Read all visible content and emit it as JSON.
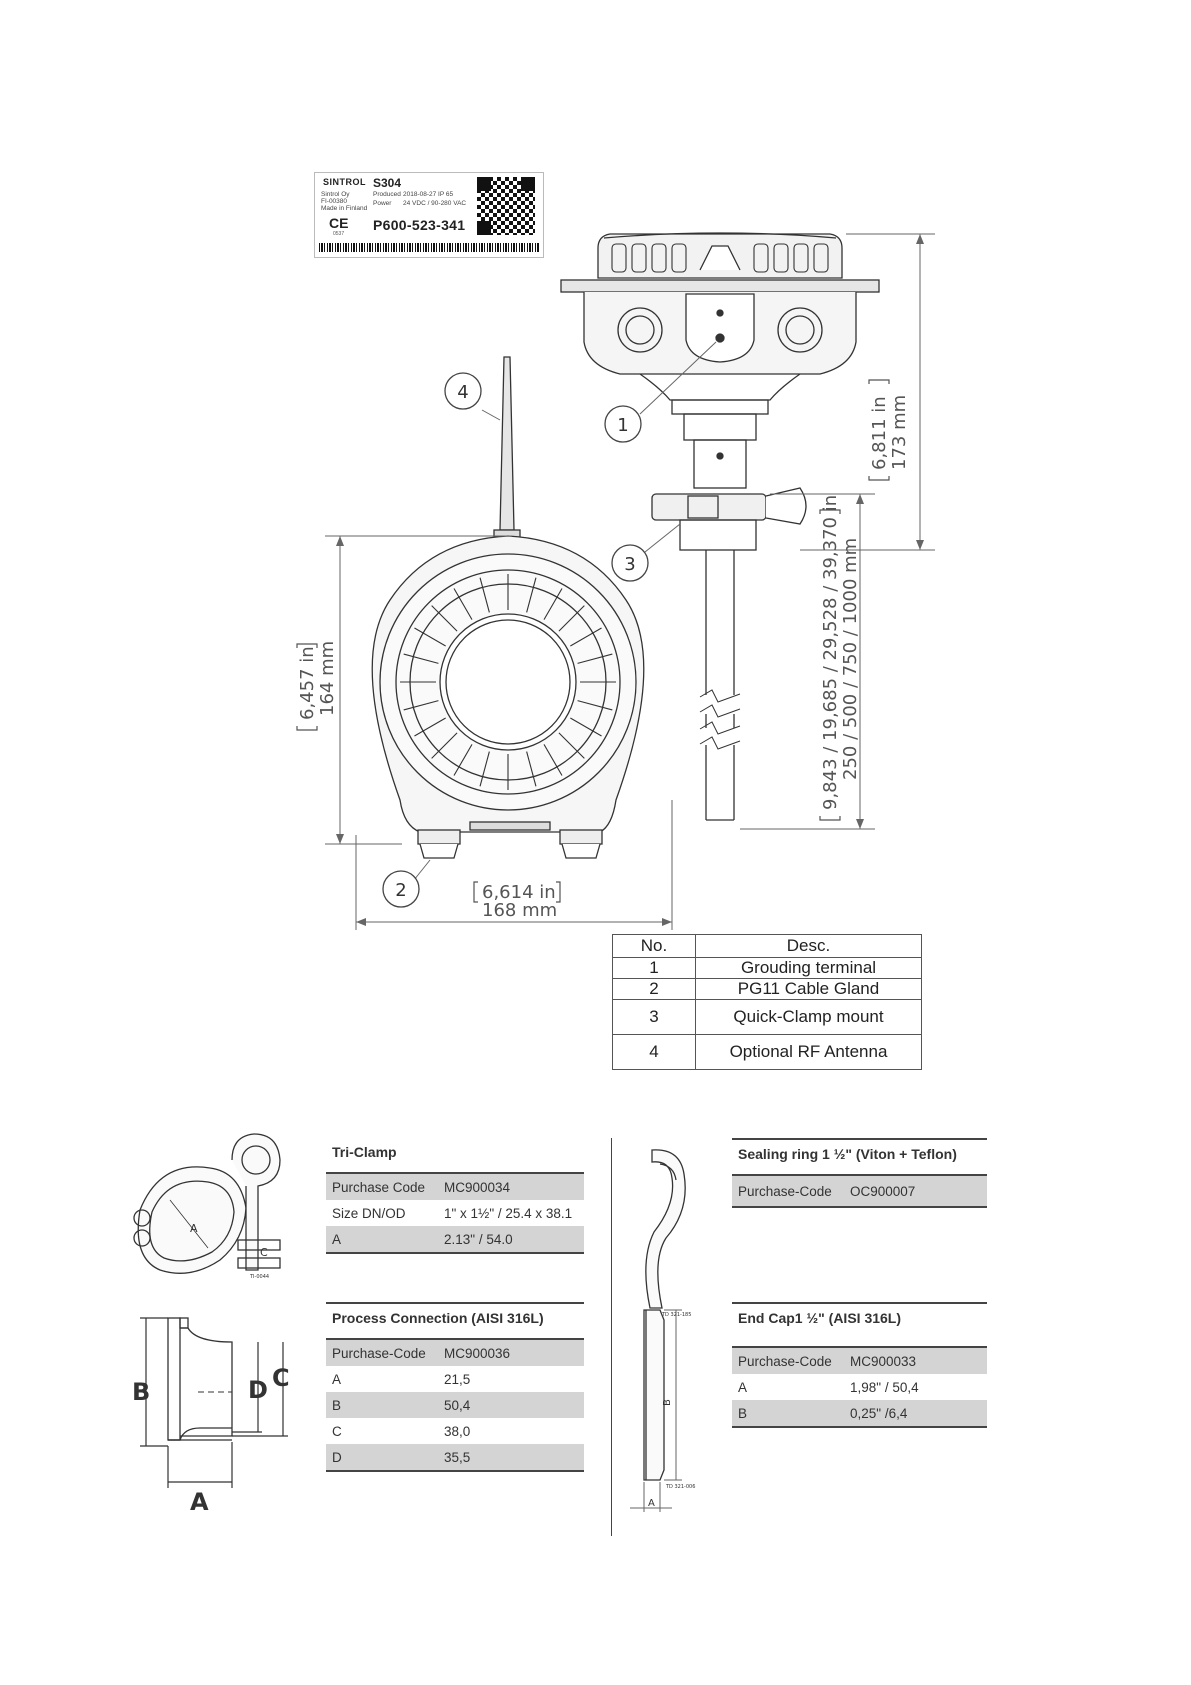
{
  "nameplate": {
    "brand": "SINTROL",
    "model": "S304",
    "produced_label": "Produced",
    "produced_value": "2018-08-27 IP 65",
    "power_label": "Power",
    "power_value": "24 VDC / 90-280 VAC",
    "maker_lines": [
      "Sintrol Oy",
      "FI-00380",
      "Made in Finland"
    ],
    "ce_mark": "CE",
    "ce_id": "0537",
    "product_code": "P600-523-341"
  },
  "drawing": {
    "callouts": [
      "1",
      "2",
      "3",
      "4"
    ],
    "dim_height_head_in": "6,811 in",
    "dim_height_head_mm": "173 mm",
    "dim_probe_in": "9,843 / 19,685 / 29,528 / 39,370 in",
    "dim_probe_mm": "250 / 500 / 750 / 1000 mm",
    "dim_front_height_in": "6,457 in",
    "dim_front_height_mm": "164 mm",
    "dim_width_in": "6,614 in",
    "dim_width_mm": "168 mm"
  },
  "legend": {
    "headers": [
      "No.",
      "Desc."
    ],
    "rows": [
      [
        "1",
        "Grouding terminal"
      ],
      [
        "2",
        "PG11 Cable Gland"
      ],
      [
        "3",
        "Quick-Clamp mount"
      ],
      [
        "4",
        "Optional RF Antenna"
      ]
    ]
  },
  "accessories": {
    "tri_clamp": {
      "title": "Tri-Clamp",
      "fig_label": "A",
      "fig_label_c": "C",
      "fig_code": "TI-0044",
      "rows": [
        [
          "Purchase Code",
          "MC900034"
        ],
        [
          "Size DN/OD",
          "1\" x 1½\" / 25.4 x 38.1"
        ],
        [
          "A",
          "2.13\" / 54.0"
        ]
      ]
    },
    "process_connection": {
      "title": "Process Connection (AISI 316L)",
      "fig_labels": [
        "B",
        "D",
        "C",
        "A"
      ],
      "rows": [
        [
          "Purchase-Code",
          "MC900036"
        ],
        [
          "A",
          "21,5"
        ],
        [
          "B",
          "50,4"
        ],
        [
          "C",
          "38,0"
        ],
        [
          "D",
          "35,5"
        ]
      ]
    },
    "sealing_ring": {
      "title": "Sealing ring 1 ½\" (Viton + Teflon)",
      "fig_code": "TD 321-185",
      "rows": [
        [
          "Purchase-Code",
          "OC900007"
        ]
      ]
    },
    "end_cap": {
      "title": "End Cap1 ½\" (AISI 316L)",
      "fig_label_b": "B",
      "fig_label_a": "A",
      "fig_code": "TD 321-006",
      "rows": [
        [
          "Purchase-Code",
          "MC900033"
        ],
        [
          "A",
          "1,98\" / 50,4"
        ],
        [
          "B",
          "0,25\" /6,4"
        ]
      ]
    }
  }
}
